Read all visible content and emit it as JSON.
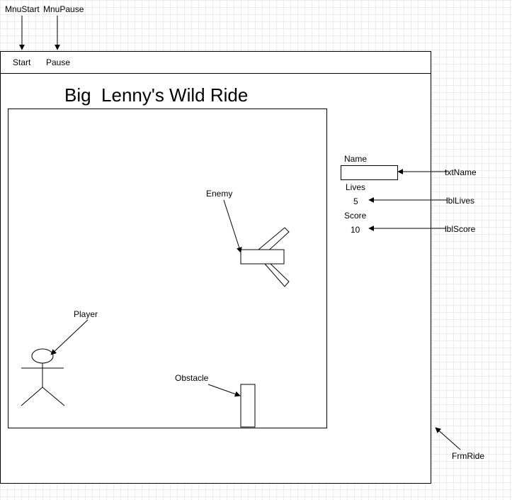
{
  "annotations": {
    "mnu_start": "MnuStart",
    "mnu_pause": "MnuPause",
    "txt_name": "txtName",
    "lbl_lives": "lblLives",
    "lbl_score": "lblScore",
    "frm_ride": "FrmRide"
  },
  "menu": {
    "start": "Start",
    "pause": "Pause"
  },
  "form": {
    "title": "Big  Lenny's Wild Ride"
  },
  "game": {
    "enemy_label": "Enemy",
    "player_label": "Player",
    "obstacle_label": "Obstacle"
  },
  "panel": {
    "name_label": "Name",
    "name_value": "",
    "lives_label": "Lives",
    "lives_value": "5",
    "score_label": "Score",
    "score_value": "10"
  }
}
